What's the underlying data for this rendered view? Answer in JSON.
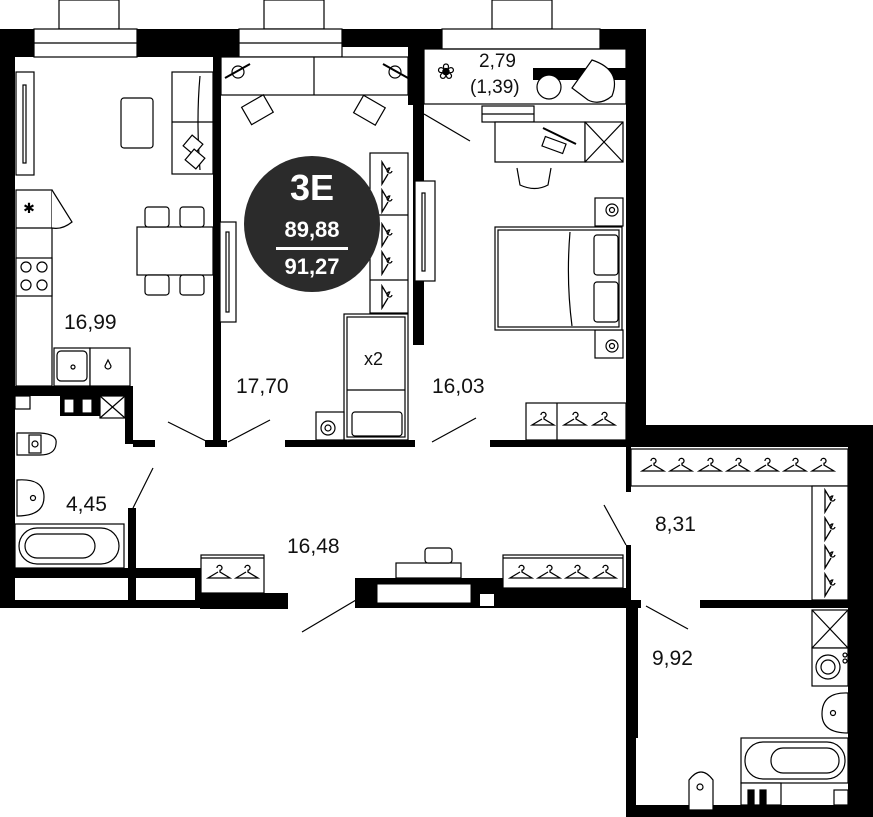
{
  "plan": {
    "apartment_code": "3E",
    "living_area": "89,88",
    "total_area": "91,27",
    "colors": {
      "wall": "#000000",
      "badge_bg": "#2b2b2b",
      "badge_text": "#ffffff",
      "background": "#ffffff"
    },
    "rooms": [
      {
        "id": "kitchen-living",
        "area": "16,99"
      },
      {
        "id": "children-room",
        "area": "17,70",
        "bed_label": "x2"
      },
      {
        "id": "bedroom",
        "area": "16,03"
      },
      {
        "id": "balcony",
        "area": "2,79",
        "area_reduced": "(1,39)"
      },
      {
        "id": "bathroom-1",
        "area": "4,45"
      },
      {
        "id": "hallway",
        "area": "16,48"
      },
      {
        "id": "dressing-room",
        "area": "8,31"
      },
      {
        "id": "bathroom-2",
        "area": "9,92"
      }
    ]
  }
}
